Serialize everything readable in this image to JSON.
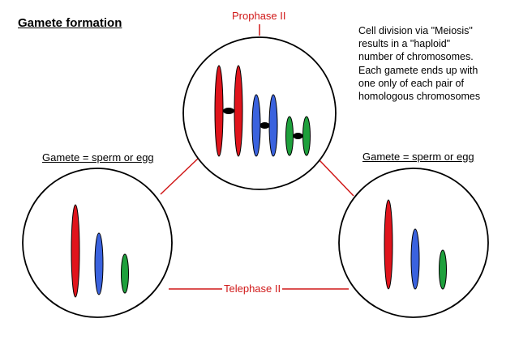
{
  "title": "Gamete formation",
  "top_label": "Prophase II",
  "bottom_label": "Telephase II",
  "left_label": "Gamete = sperm or egg",
  "right_label": "Gamete = sperm or egg",
  "description_lines": [
    "Cell division via \"Meiosis\"",
    "results in a \"haploid\"",
    "number of chromosomes.",
    "Each gamete ends up with",
    "one only of each pair of",
    "homologous chromosomes"
  ],
  "colors": {
    "line": "#d01818",
    "red_chromosome": "#e0141c",
    "blue_chromosome": "#3a62de",
    "green_chromosome": "#1ea03c",
    "centromere": "#000000"
  },
  "cells": [
    {
      "name": "prophase-ii-cell",
      "chromosomes": [
        {
          "color": "red",
          "paired": true
        },
        {
          "color": "blue",
          "paired": true
        },
        {
          "color": "green",
          "paired": true
        }
      ]
    },
    {
      "name": "left-gamete-cell",
      "chromosomes": [
        {
          "color": "red",
          "paired": false
        },
        {
          "color": "blue",
          "paired": false
        },
        {
          "color": "green",
          "paired": false
        }
      ]
    },
    {
      "name": "right-gamete-cell",
      "chromosomes": [
        {
          "color": "red",
          "paired": false
        },
        {
          "color": "blue",
          "paired": false
        },
        {
          "color": "green",
          "paired": false
        }
      ]
    }
  ]
}
